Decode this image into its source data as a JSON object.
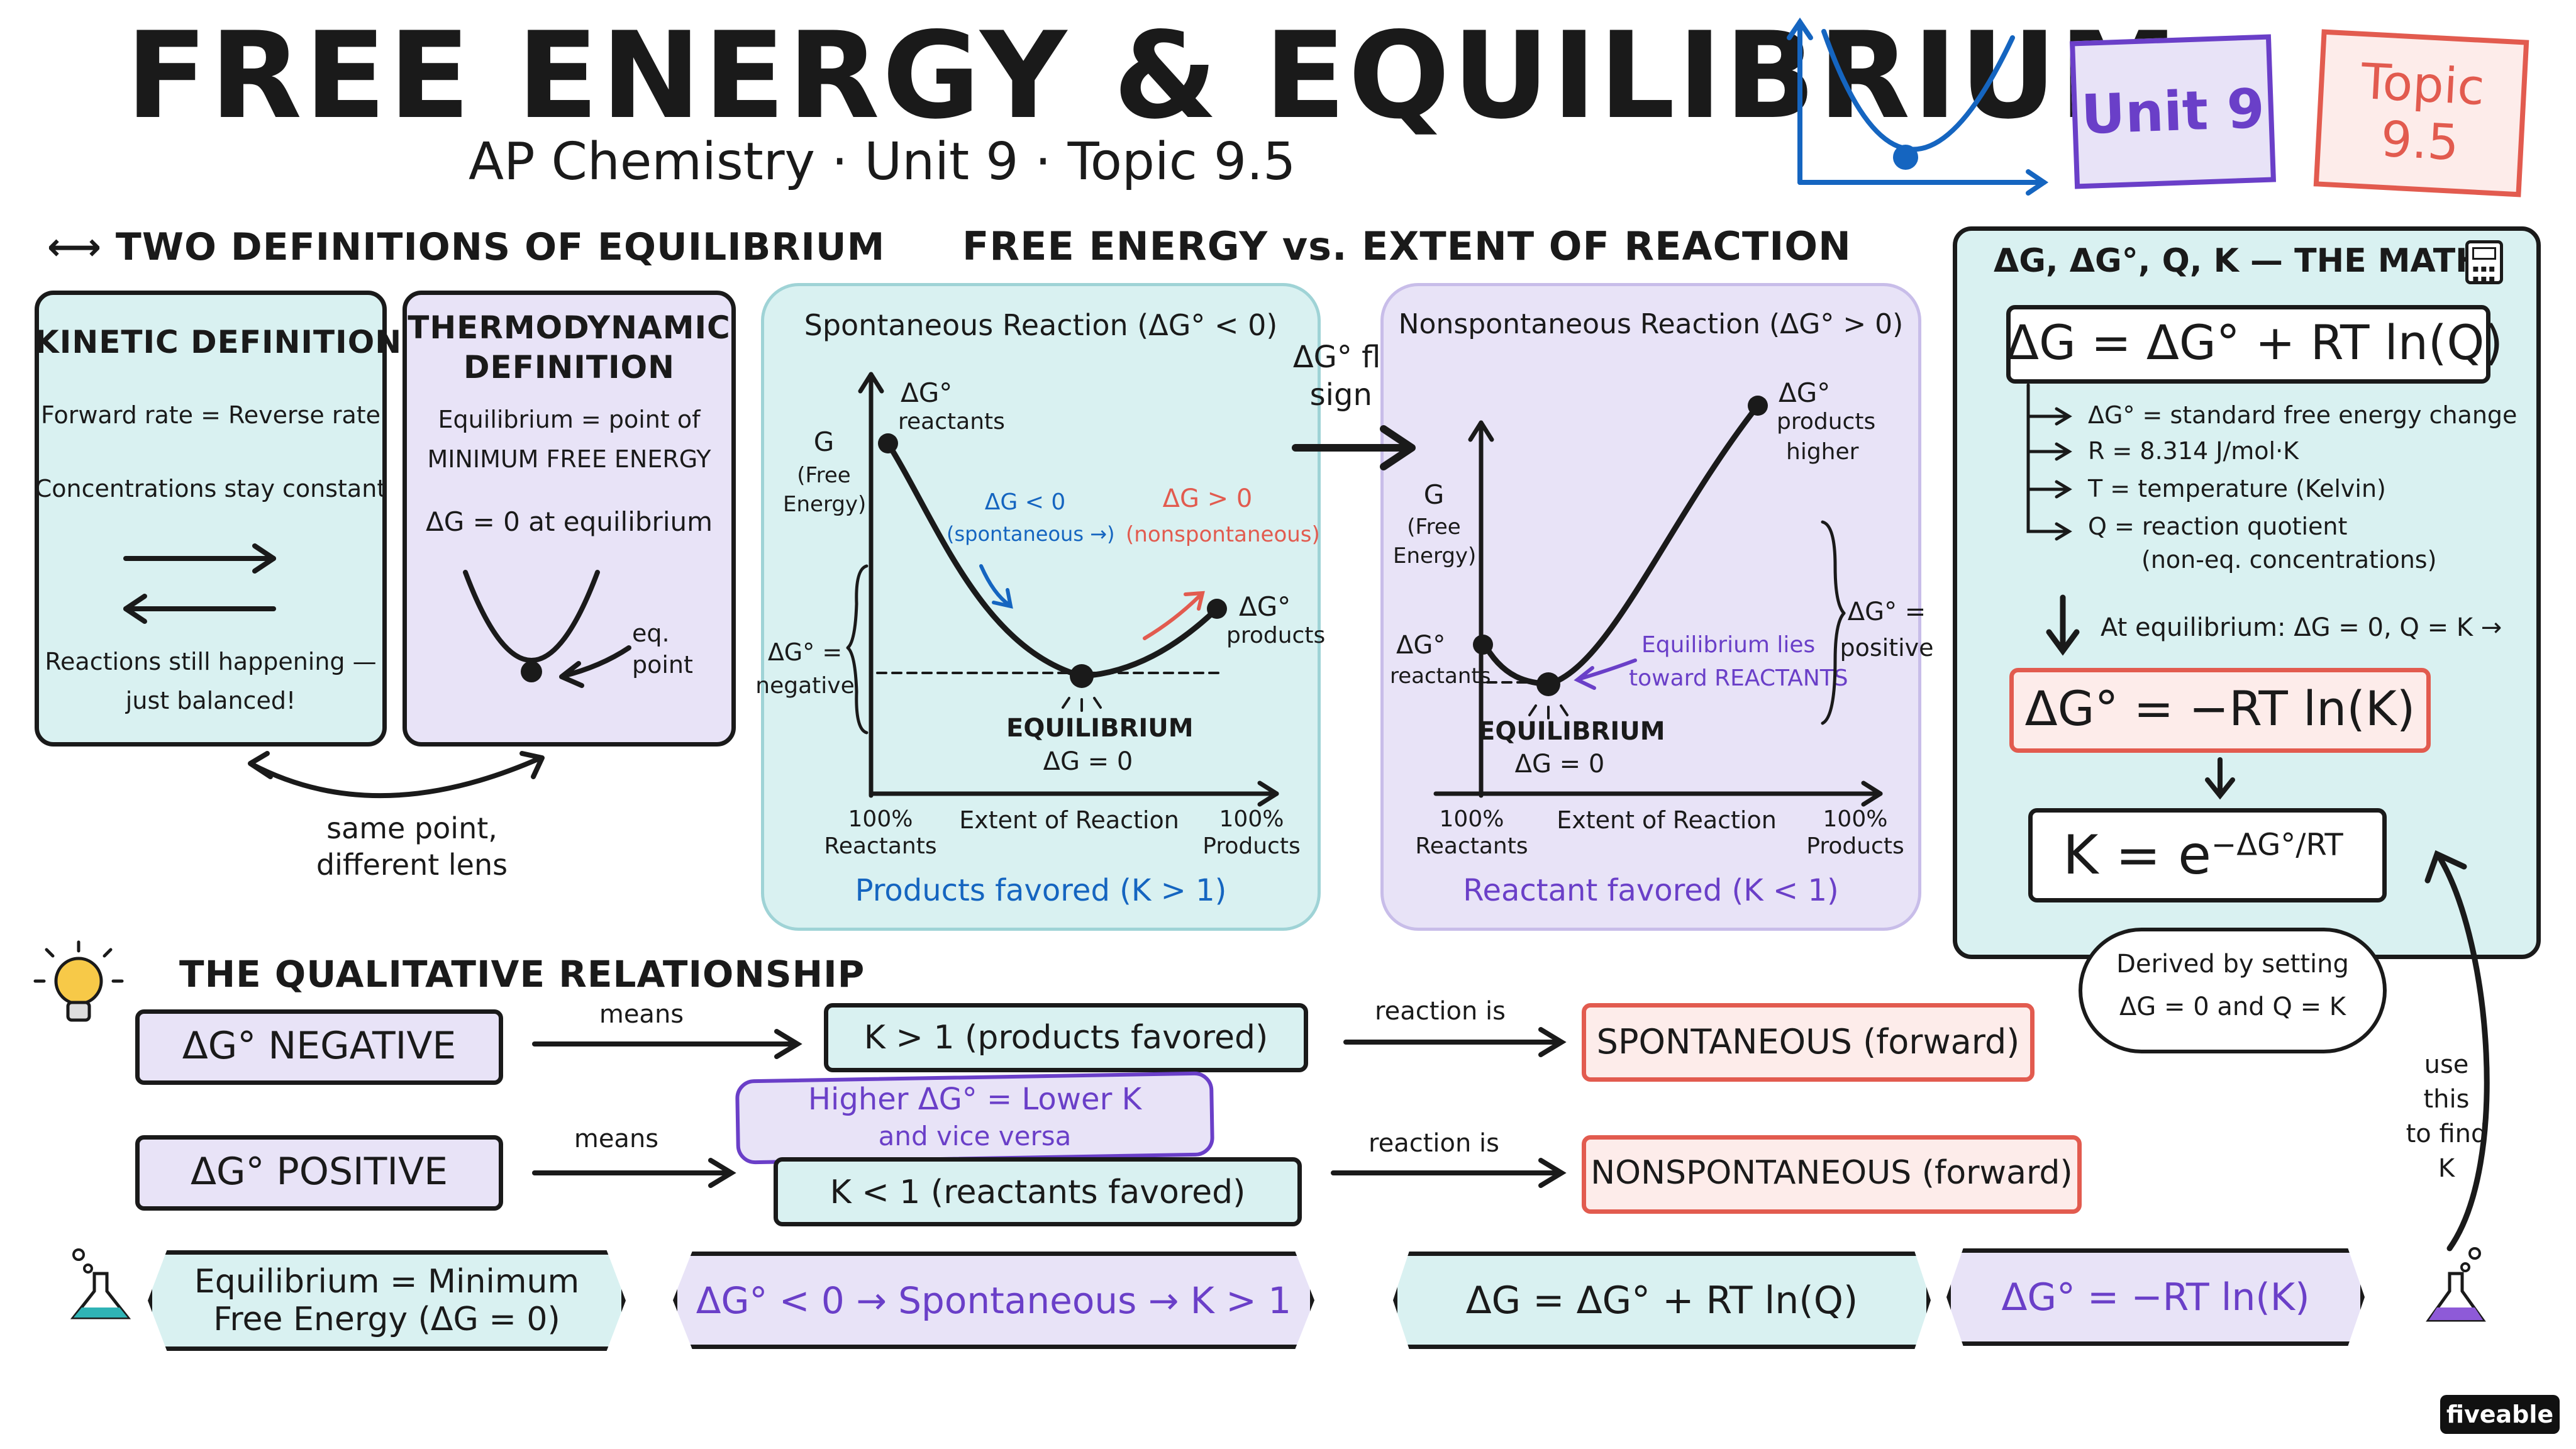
{
  "header": {
    "title": "FREE ENERGY & EQUILIBRIUM",
    "subtitle": "AP Chemistry · Unit 9 · Topic 9.5",
    "unit_badge": "Unit 9",
    "topic_badge_line1": "Topic",
    "topic_badge_line2": "9.5"
  },
  "two_defs": {
    "heading": "TWO DEFINITIONS OF EQUILIBRIUM",
    "kinetic": {
      "title": "KINETIC DEFINITION",
      "line1": "Forward rate = Reverse rate",
      "line2": "Concentrations stay constant",
      "line3": "Reactions still happening —",
      "line4": "just balanced!"
    },
    "thermo": {
      "title_line1": "THERMODYNAMIC",
      "title_line2": "DEFINITION",
      "line1": "Equilibrium = point of",
      "line2": "MINIMUM FREE ENERGY",
      "line3": "ΔG = 0 at equilibrium",
      "eq_label_line1": "eq.",
      "eq_label_line2": "point"
    },
    "link_line1": "same point,",
    "link_line2": "different lens"
  },
  "free_energy": {
    "heading": "FREE ENERGY vs. EXTENT OF REACTION",
    "flip_line1": "ΔG° flips",
    "flip_line2": "sign →",
    "spontaneous": {
      "title": "Spontaneous Reaction (ΔG° < 0)",
      "y_label_line1": "G",
      "y_label_line2": "(Free",
      "y_label_line3": "Energy)",
      "reactants_line1": "ΔG°",
      "reactants_line2": "reactants",
      "products_line1": "ΔG°",
      "products_line2": "products",
      "left_arrow_line1": "ΔG < 0",
      "left_arrow_line2": "(spontaneous →)",
      "right_arrow_line1": "ΔG > 0",
      "right_arrow_line2": "(nonspontaneous)",
      "delta_line1": "ΔG° =",
      "delta_line2": "negative",
      "eq_line1": "EQUILIBRIUM",
      "eq_line2": "ΔG = 0",
      "x_left_line1": "100%",
      "x_left_line2": "Reactants",
      "x_mid": "Extent of Reaction",
      "x_right_line1": "100%",
      "x_right_line2": "Products",
      "footer": "Products favored (K > 1)"
    },
    "nonspontaneous": {
      "title": "Nonspontaneous Reaction (ΔG° > 0)",
      "y_label_line1": "G",
      "y_label_line2": "(Free",
      "y_label_line3": "Energy)",
      "reactants_line1": "ΔG°",
      "reactants_line2": "reactants",
      "products_line1": "ΔG°",
      "products_line2": "products",
      "products_line3": "higher",
      "lies_line1": "Equilibrium lies",
      "lies_line2": "toward REACTANTS",
      "delta_line1": "ΔG° =",
      "delta_line2": "positive",
      "eq_line1": "EQUILIBRIUM",
      "eq_line2": "ΔG = 0",
      "x_left_line1": "100%",
      "x_left_line2": "Reactants",
      "x_mid": "Extent of Reaction",
      "x_right_line1": "100%",
      "x_right_line2": "Products",
      "footer": "Reactant favored (K < 1)"
    }
  },
  "math": {
    "heading": "ΔG, ΔG°, Q, K — THE MATH",
    "eq1": "ΔG = ΔG° + RT ln(Q)",
    "def1": "ΔG° = standard free energy change",
    "def2": "R = 8.314 J/mol·K",
    "def3": "T = temperature (Kelvin)",
    "def4": "Q = reaction quotient",
    "def4b": "(non-eq. concentrations)",
    "at_eq": "At equilibrium: ΔG = 0, Q = K →",
    "eq2": "ΔG° = −RT ln(K)",
    "eq3_base": "K = e",
    "eq3_exp": "−ΔG°/RT",
    "derived_line1": "Derived by setting",
    "derived_line2": "ΔG = 0 and Q = K",
    "use_line1": "use",
    "use_line2": "this",
    "use_line3": "to find",
    "use_line4": "K"
  },
  "qualitative": {
    "heading": "THE QUALITATIVE RELATIONSHIP",
    "row1_left": "ΔG° NEGATIVE",
    "row1_means": "means",
    "row1_k": "K > 1 (products favored)",
    "row1_is": "reaction is",
    "row1_result": "SPONTANEOUS (forward)",
    "callout_line1": "Higher ΔG° = Lower K",
    "callout_line2": "and vice versa",
    "row2_left": "ΔG° POSITIVE",
    "row2_means": "means",
    "row2_k": "K < 1 (reactants favored)",
    "row2_is": "reaction is",
    "row2_result": "NONSPONTANEOUS (forward)"
  },
  "summary": {
    "b1_line1": "Equilibrium = Minimum",
    "b1_line2": "Free Energy (ΔG = 0)",
    "b2": "ΔG° < 0 → Spontaneous → K > 1",
    "b3": "ΔG = ΔG° + RT ln(Q)",
    "b4": "ΔG° = −RT ln(K)"
  },
  "brand": "fiveable",
  "colors": {
    "teal": "#d9f1f1",
    "lavender": "#e8e3f7",
    "purple": "#6a3fc8",
    "blue": "#1565c0",
    "red": "#e25b4f"
  }
}
